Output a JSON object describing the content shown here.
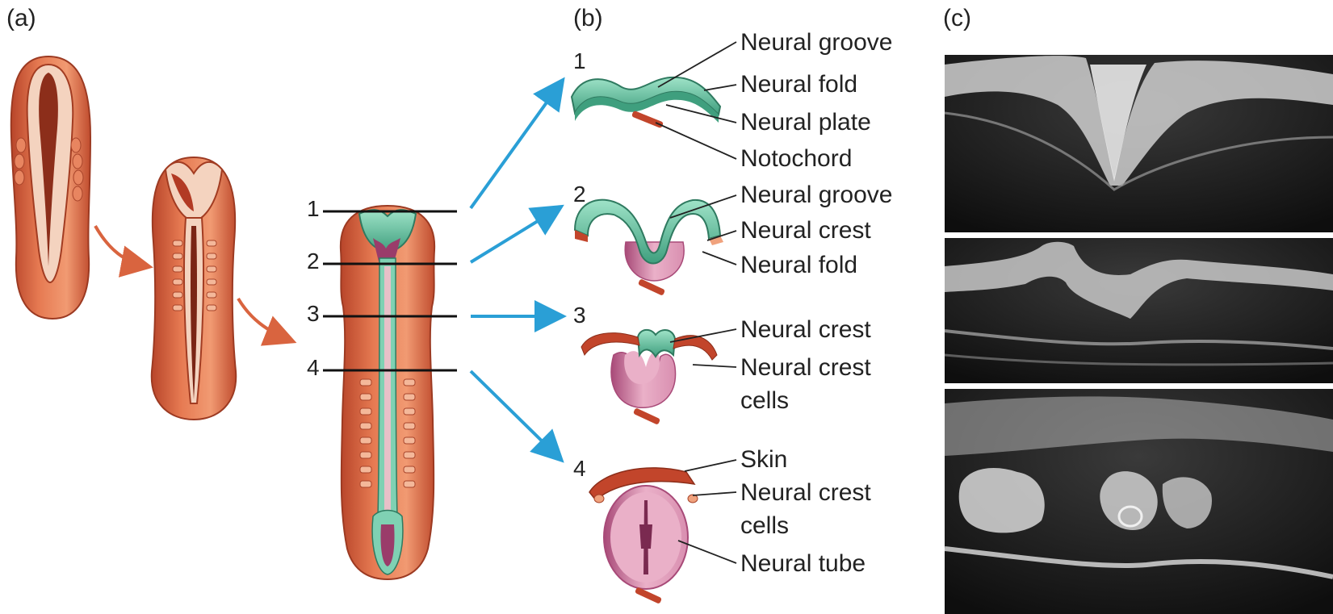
{
  "panels": {
    "a": "(a)",
    "b": "(b)",
    "c": "(c)"
  },
  "levels": [
    "1",
    "2",
    "3",
    "4"
  ],
  "stages": {
    "s1": {
      "number": "1",
      "labels": [
        "Neural groove",
        "Neural fold",
        "Neural plate",
        "Notochord"
      ]
    },
    "s2": {
      "number": "2",
      "labels": [
        "Neural groove",
        "Neural crest",
        "Neural fold"
      ]
    },
    "s3": {
      "number": "3",
      "labels": [
        "Neural crest",
        "Neural crest",
        "cells"
      ]
    },
    "s4": {
      "number": "4",
      "labels": [
        "Skin",
        "Neural crest",
        "cells",
        "Neural tube"
      ]
    }
  },
  "colors": {
    "embryo": "#d9643f",
    "embryo_light": "#f0a27d",
    "neural_plate": "#7fd1b3",
    "neural_dark": "#3f9f7e",
    "tube_pink": "#e9a6be",
    "tube_purple": "#9a3c6a",
    "notochord": "#c2452b",
    "arrow_blue": "#2a9fd6",
    "arrow_red": "#d9643f",
    "sem_bg": "#1a1a1a"
  }
}
